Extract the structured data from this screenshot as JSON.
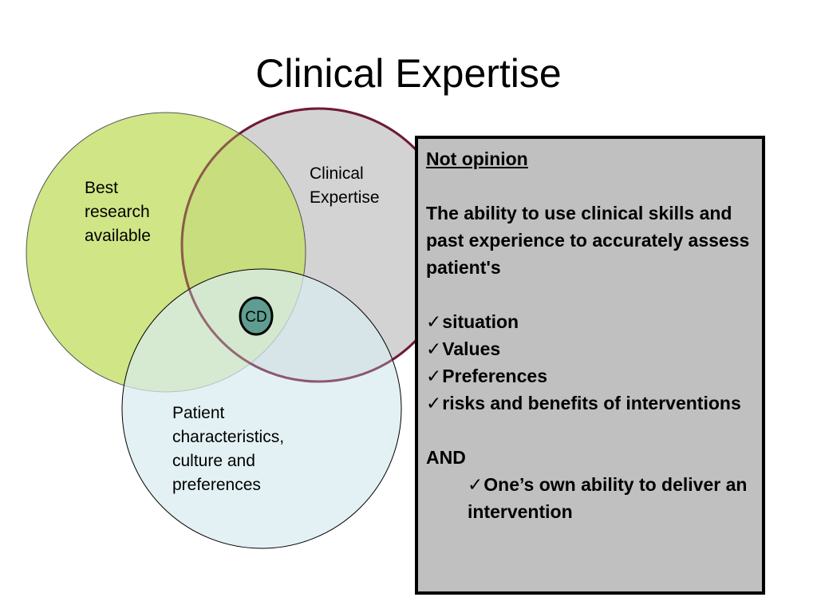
{
  "title": "Clinical Expertise",
  "colors": {
    "research_circle": "#c6df6a",
    "expertise_circle": "#d3d3d3",
    "expertise_outline": "#6e1a3a",
    "patient_circle": "#d8ecf0",
    "center_badge": "#5f9d91",
    "box_fill": "#c0c0c0"
  },
  "venn": {
    "research_label": "Best\nresearch\navailable",
    "expertise_label": "Clinical\nExpertise",
    "patient_label": "Patient\ncharacteristics,\nculture and\npreferences",
    "center_label": "CD"
  },
  "box": {
    "heading": "Not opinion",
    "description": "The ability to use clinical skills and past experience to accurately assess patient's",
    "check_glyph": "✓",
    "items": [
      "situation",
      "Values",
      "Preferences",
      "risks and benefits of interventions"
    ],
    "and_label": "AND",
    "final_item": "One’s own ability to deliver an intervention"
  }
}
